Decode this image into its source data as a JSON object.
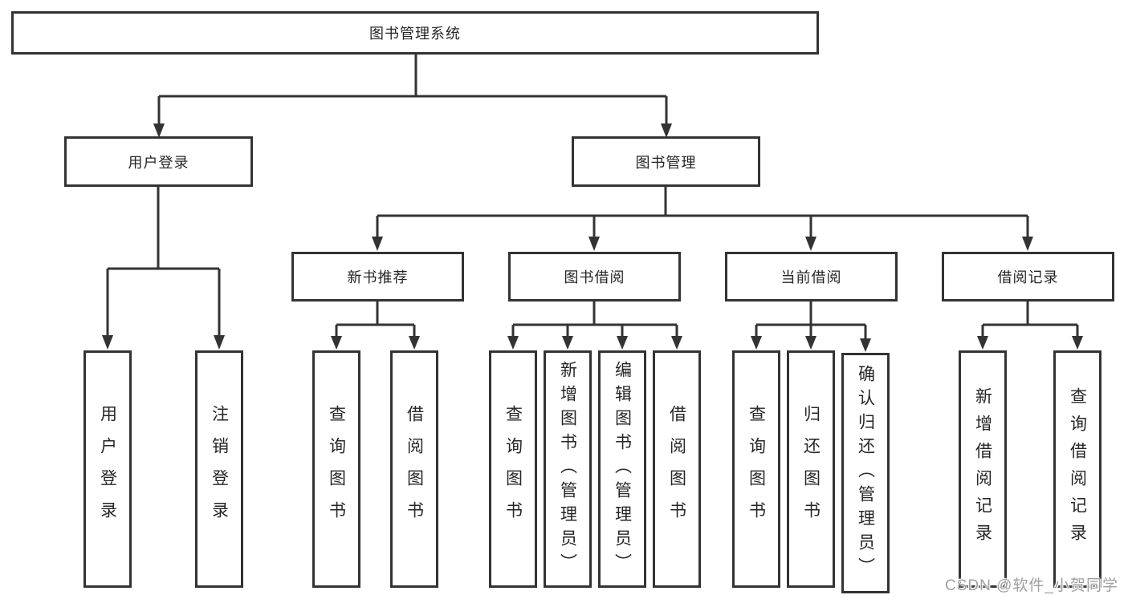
{
  "diagram": {
    "root": {
      "label": "图书管理系统"
    },
    "branches": [
      {
        "label": "用户登录",
        "children": [
          {
            "label": "用户登录"
          },
          {
            "label": "注销登录"
          }
        ]
      },
      {
        "label": "图书管理",
        "children": [
          {
            "label": "新书推荐",
            "children": [
              {
                "label": "查询图书"
              },
              {
                "label": "借阅图书"
              }
            ]
          },
          {
            "label": "图书借阅",
            "children": [
              {
                "label": "查询图书"
              },
              {
                "label": "新增图书（管理员）"
              },
              {
                "label": "编辑图书（管理员）"
              },
              {
                "label": "借阅图书"
              }
            ]
          },
          {
            "label": "当前借阅",
            "children": [
              {
                "label": "查询图书"
              },
              {
                "label": "归还图书"
              },
              {
                "label": "确认归还（管理员）"
              }
            ]
          },
          {
            "label": "借阅记录",
            "children": [
              {
                "label": "新增借阅记录"
              },
              {
                "label": "查询借阅记录"
              }
            ]
          }
        ]
      }
    ]
  },
  "watermark": {
    "text": "CSDN @软件_小贺同学"
  },
  "colors": {
    "line": "#333333",
    "border": "#333333",
    "text": "#262626",
    "watermark": "#9f9f9f",
    "background": "#ffffff"
  }
}
